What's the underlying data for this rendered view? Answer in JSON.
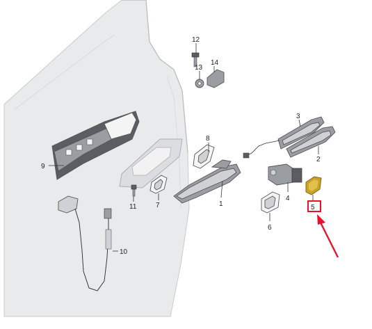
{
  "diagram": {
    "labels": {
      "p1": "1",
      "p2": "2",
      "p3": "3",
      "p4": "4",
      "p5": "5",
      "p6": "6",
      "p7": "7",
      "p8": "8",
      "p9": "9",
      "p10": "10",
      "p11": "11",
      "p12": "12",
      "p13": "13",
      "p14": "14"
    },
    "highlighted_part": "5",
    "colors": {
      "highlight_box": "#e8132a",
      "pointer_arrow": "#e8132a",
      "part_5_fill": "#c9a227"
    }
  }
}
